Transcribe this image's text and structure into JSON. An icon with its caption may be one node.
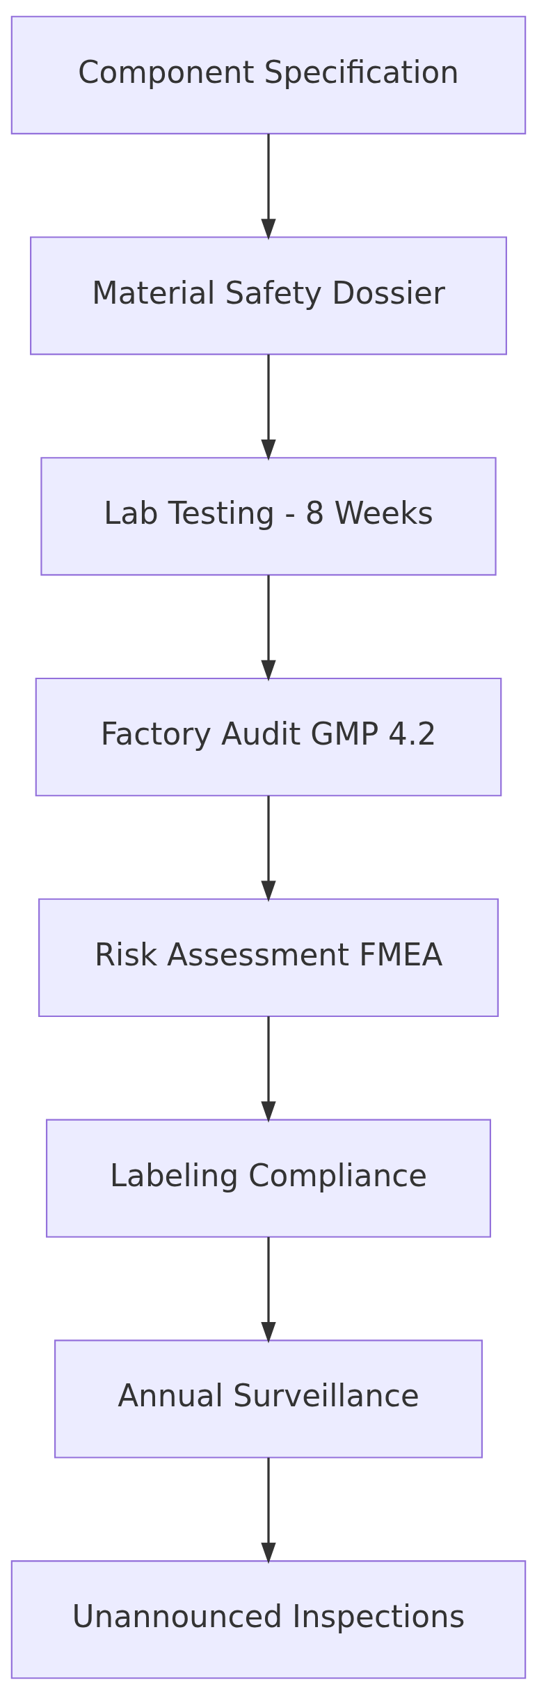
{
  "diagram": {
    "nodes": [
      {
        "text": [
          "Component Specification"
        ]
      },
      {
        "text": [
          "Material Safety Dossier"
        ]
      },
      {
        "text": [
          "Lab Testing - 8 Weeks"
        ]
      },
      {
        "text": [
          "Factory Audit GMP 4.2"
        ]
      },
      {
        "text": [
          "Risk Assessment FMEA"
        ]
      },
      {
        "text": [
          "Labeling Compliance"
        ]
      },
      {
        "text": [
          "Annual Surveillance"
        ]
      },
      {
        "text": [
          "Unannounced Inspections"
        ]
      }
    ],
    "edges": [
      {
        "from": 0,
        "to": 1,
        "arrow": "to"
      },
      {
        "from": 1,
        "to": 2,
        "arrow": "to"
      },
      {
        "from": 2,
        "to": 3,
        "arrow": "to"
      },
      {
        "from": 3,
        "to": 4,
        "arrow": "to"
      },
      {
        "from": 4,
        "to": 5,
        "arrow": "to"
      },
      {
        "from": 5,
        "to": 6,
        "arrow": "to"
      },
      {
        "from": 6,
        "to": 7,
        "arrow": "to"
      }
    ]
  }
}
